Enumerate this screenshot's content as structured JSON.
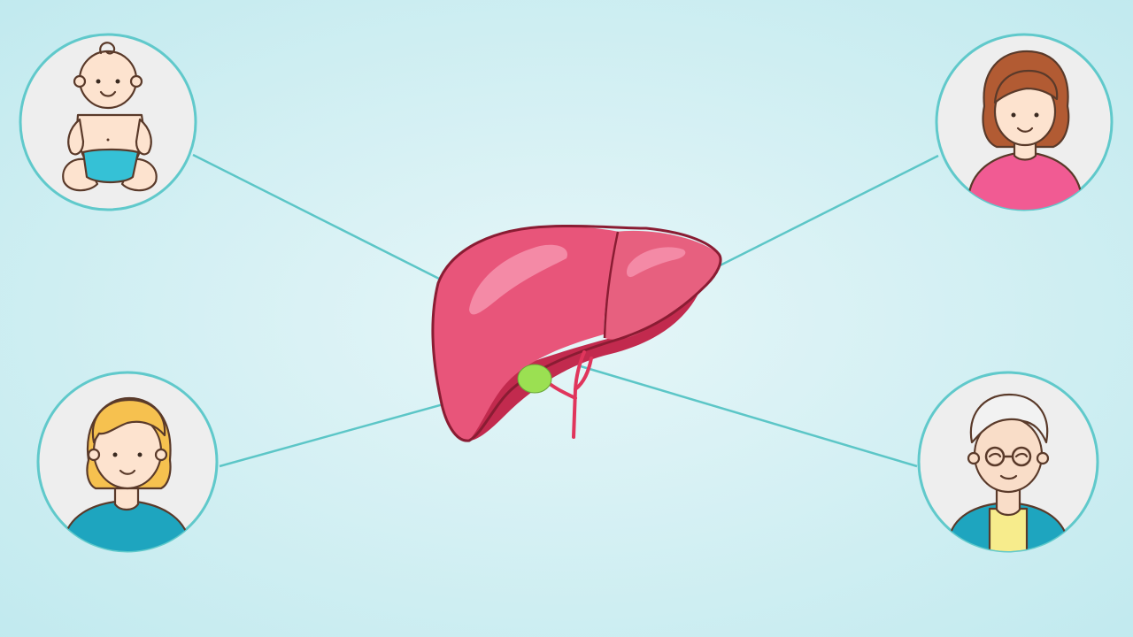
{
  "background": {
    "center_color": "#e6f6f8",
    "edge_color": "#bfe9ee"
  },
  "connector_color": "#5cc6c7",
  "liver": {
    "right_lobe_color": "#e8557a",
    "left_lobe_color": "#e7607f",
    "shadow_color": "#c22a4e",
    "highlight_color": "#f48aa6",
    "outline_color": "#8a1c33",
    "gallbladder_color": "#9be052",
    "vessel_color": "#e0355c"
  },
  "people": [
    {
      "role": "baby",
      "skin": "#fde3cf",
      "clothing": "#35c1d6"
    },
    {
      "role": "woman",
      "skin": "#fde3cf",
      "hair": "#b25b33",
      "clothing": "#f15b93"
    },
    {
      "role": "young-adult",
      "skin": "#fde3cf",
      "hair": "#f6c14f",
      "clothing": "#1ea5bf"
    },
    {
      "role": "elderly",
      "skin": "#f9ddc8",
      "hair": "#f2f2f2",
      "clothing": "#1ea5bf",
      "shirt": "#f7ec8c"
    }
  ],
  "avatar_circle": {
    "fill": "#eeeeee",
    "stroke": "#60c9cb"
  }
}
